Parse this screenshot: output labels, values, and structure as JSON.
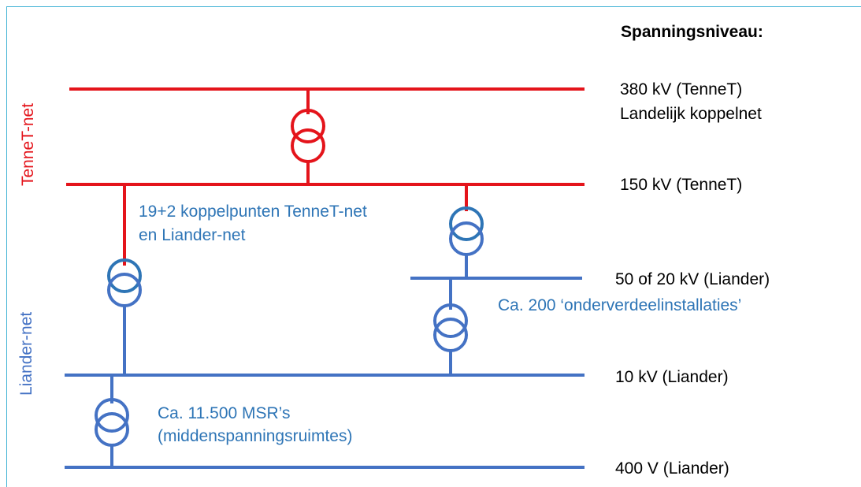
{
  "header": {
    "title": "Spanningsniveau:"
  },
  "networks": {
    "tennet_label": "TenneT-net",
    "liander_label": "Liander-net"
  },
  "levels": {
    "kv380": "380 kV (TenneT)",
    "kv380_sub": "Landelijk koppelnet",
    "kv150": "150 kV (TenneT)",
    "kv50_20": "50 of 20 kV (Liander)",
    "kv10": "10 kV (Liander)",
    "v400": "400 V (Liander)"
  },
  "annotations": {
    "koppelpunten_line1": "19+2 koppelpunten TenneT-net",
    "koppelpunten_line2": "en Liander-net",
    "onderverdeel": "Ca. 200 ‘onderverdeelinstallaties’",
    "msr_line1": "Ca. 11.500 MSR’s",
    "msr_line2": "(middenspanningsruimtes)"
  },
  "colors": {
    "tennet_red": "#e4141b",
    "liander_blue": "#4472c4",
    "label_blue": "#2e75b6",
    "coupling_blue": "#2e75b6",
    "frame_cyan": "#42b3d5"
  }
}
